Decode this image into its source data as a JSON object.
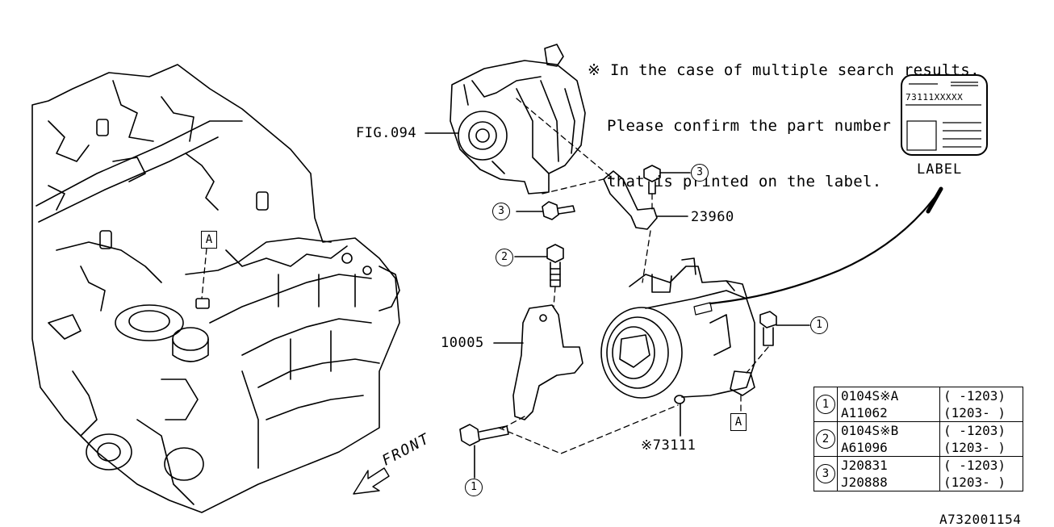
{
  "note": {
    "lines": [
      "※ In the case of multiple search results,",
      "Please confirm the part number",
      "that is printed on the label."
    ]
  },
  "label_card": {
    "code": "73111XXXXX",
    "caption": "LABEL"
  },
  "callouts": {
    "fig": "FIG.094",
    "bracket": "23960",
    "plate": "10005",
    "compressor": "※73111",
    "front": "FRONT",
    "box_ref": "A",
    "circle_1": "1",
    "circle_2": "2",
    "circle_3": "3"
  },
  "parts_table": [
    {
      "ref": "1",
      "rows": [
        {
          "part": "0104S※A",
          "range": "( -1203)"
        },
        {
          "part": "A11062",
          "range": "(1203- )"
        }
      ]
    },
    {
      "ref": "2",
      "rows": [
        {
          "part": "0104S※B",
          "range": "( -1203)"
        },
        {
          "part": "A61096",
          "range": "(1203- )"
        }
      ]
    },
    {
      "ref": "3",
      "rows": [
        {
          "part": "J20831",
          "range": "( -1203)"
        },
        {
          "part": "J20888",
          "range": "(1203- )"
        }
      ]
    }
  ],
  "diagram_id": "A732001154"
}
